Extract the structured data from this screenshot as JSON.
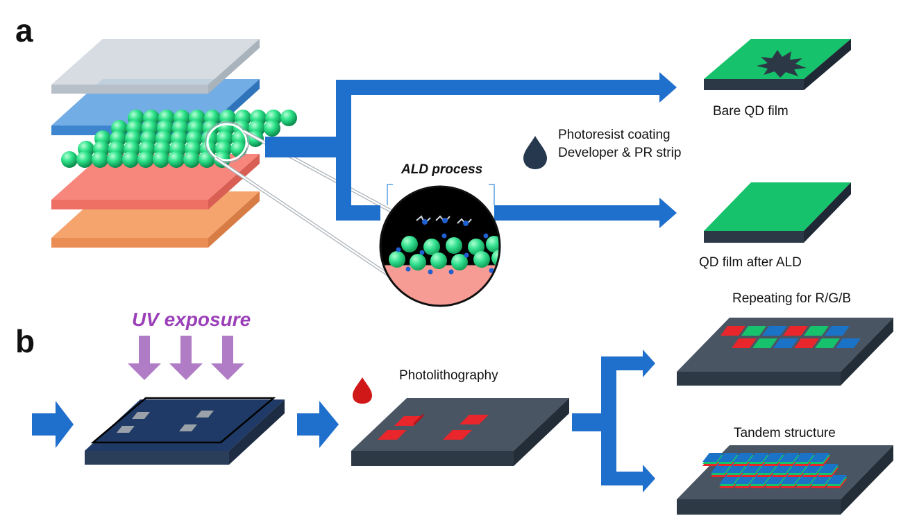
{
  "panels": {
    "a": "a",
    "b": "b"
  },
  "labels": {
    "bare_qd_film": "Bare QD film",
    "qd_film_after_ald": "QD film after ALD",
    "photoresist_line1": "Photoresist coating",
    "photoresist_line2": "Developer & PR strip",
    "ald_process": "ALD process",
    "uv_exposure": "UV exposure",
    "photolithography": "Photolithography",
    "repeating_rgb": "Repeating for R/G/B",
    "tandem_structure": "Tandem structure"
  },
  "colors": {
    "arrow_blue": "#1f6fcc",
    "qd_green": "#22c36e",
    "substrate_slate": "#4a5563",
    "substrate_dark": "#2e3946",
    "uv_purple": "#9b59b6",
    "red_pixel": "#e8262b",
    "blue_pixel": "#1b73c8",
    "droplet_dark": "#26384d",
    "droplet_red": "#d01818"
  },
  "icons": {
    "droplet_a": "droplet-icon",
    "droplet_b": "red-droplet-icon"
  }
}
